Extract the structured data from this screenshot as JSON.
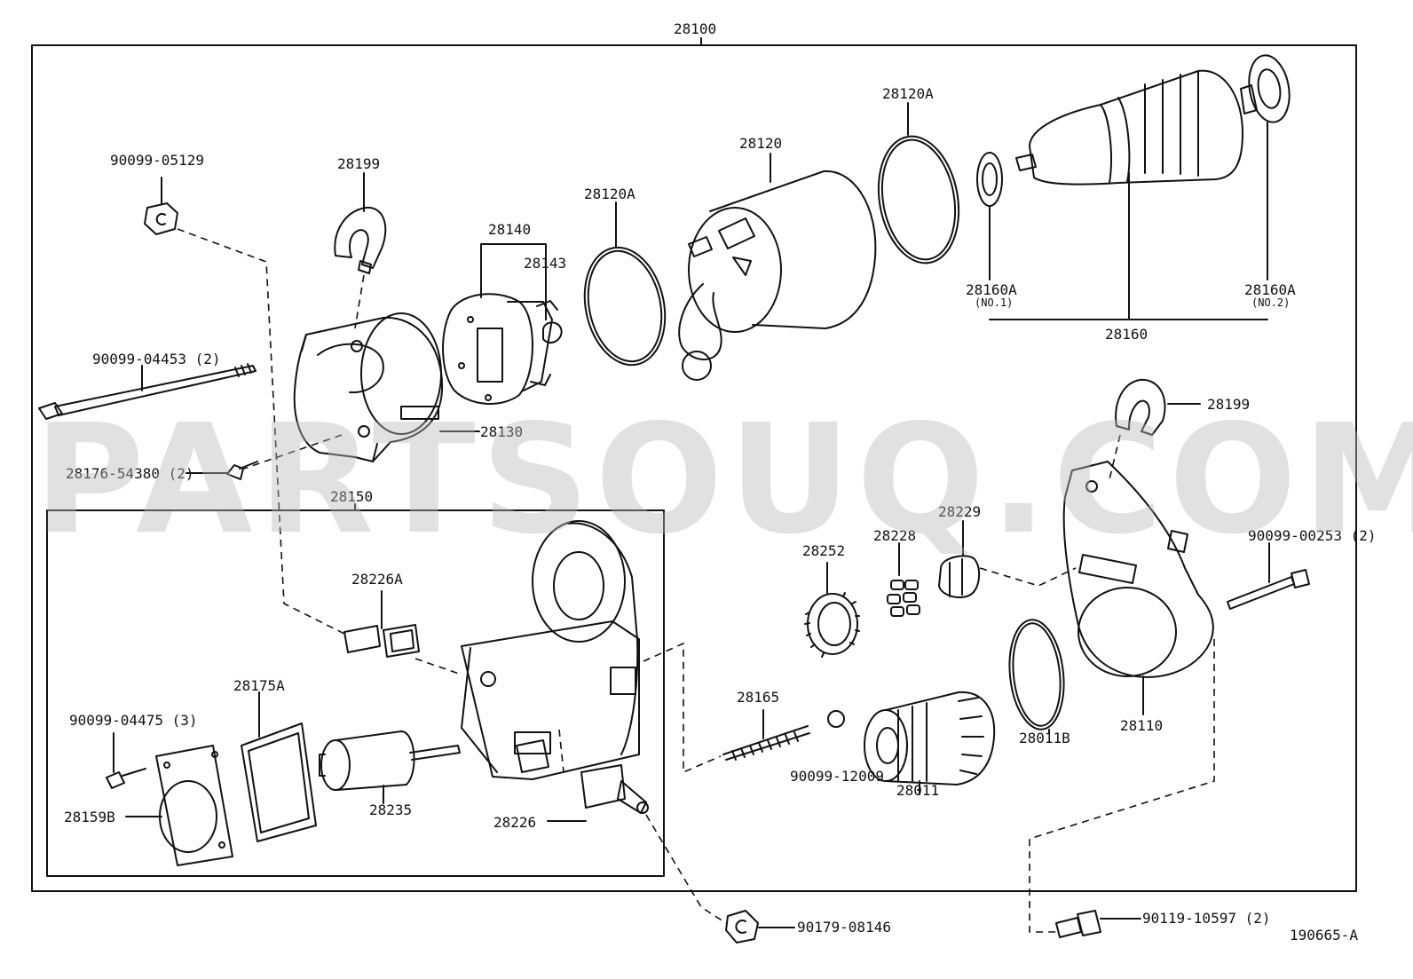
{
  "labels": {
    "assy": "28100",
    "bearing_a_top": "28120A",
    "yoke": "28120",
    "bearing_a_mid": "28120A",
    "brush_holder": "28140",
    "brush_ring": "28143",
    "bolt_05129": "90099-05129",
    "grommet_top": "28199",
    "through_bolt": "90099-04453 (2)",
    "end_frame": "28130",
    "screw_54380": "28176-54380 (2)",
    "bearing_no1": "28160A",
    "bearing_no1_sub": "(NO.1)",
    "armature": "28160",
    "bearing_no2": "28160A",
    "bearing_no2_sub": "(NO.2)",
    "grommet_right": "28199",
    "switch_assy": "28150",
    "terminal_a": "28226A",
    "gasket": "28175A",
    "bolt_04475": "90099-04475 (3)",
    "cover": "28159B",
    "plunger": "28235",
    "terminal": "28226",
    "idler_gear": "28252",
    "roller": "28228",
    "retainer": "28229",
    "bolt_00253": "90099-00253 (2)",
    "spring": "28165",
    "ball": "90099-12009",
    "clutch": "28011",
    "oring": "28011B",
    "housing": "28110",
    "nut_08146": "90179-08146",
    "bolt_10597": "90119-10597 (2)",
    "diagram_id": "190665-A"
  },
  "watermark": "PARTSOUQ.COM"
}
